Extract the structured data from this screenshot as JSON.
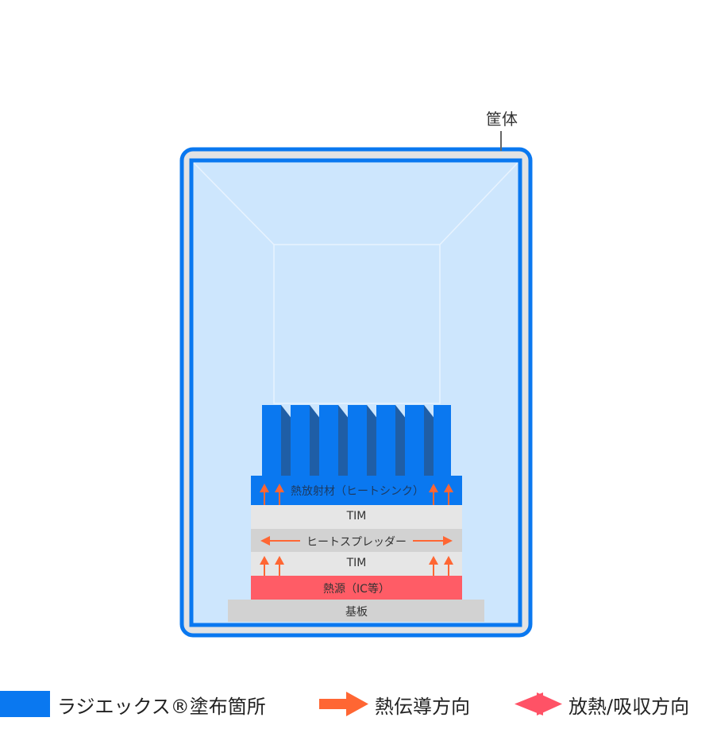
{
  "labels": {
    "housing": "筐体",
    "heatsink": "熱放射材（ヒートシンク）",
    "tim_upper": "TIM",
    "spreader": "ヒートスプレッダー",
    "tim_lower": "TIM",
    "heat_source": "熱源（IC等）",
    "substrate": "基板"
  },
  "legend": {
    "coating": "ラジエックス®塗布箇所",
    "conduction": "熱伝導方向",
    "radiation": "放熱/吸収方向"
  },
  "colors": {
    "coating_blue": "#0a78f0",
    "interior": "#cde6fd",
    "fin_dark": "#1f5ea6",
    "arrow_orange": "#ff6633",
    "arrow_pink": "#ff5266",
    "heat_source": "#ff5c66",
    "layer_light": "#e6e6e6",
    "layer_gray": "#d2d2d2"
  }
}
